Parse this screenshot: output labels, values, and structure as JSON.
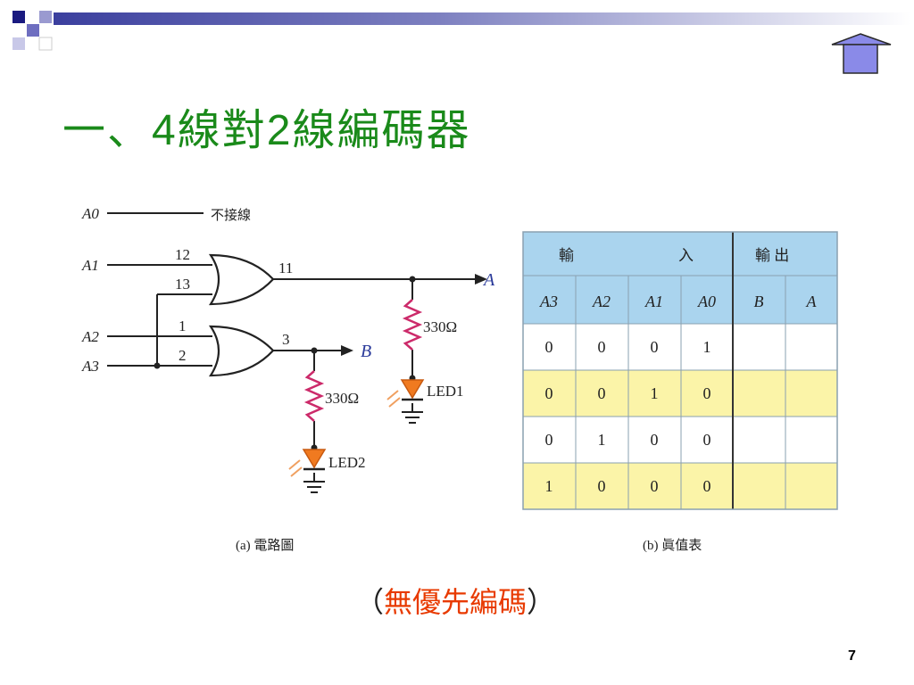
{
  "slide": {
    "title_prefix": "一、",
    "title_n1": "4",
    "title_mid": "線對",
    "title_n2": "2",
    "title_suffix": "線編碼器",
    "subtitle_open": "（",
    "subtitle": "無優先編碼",
    "subtitle_close": "）",
    "page_number": "7"
  },
  "colors": {
    "title": "#1a8a1a",
    "subtitle": "#e83a00",
    "table_header": "#aad4ee",
    "table_highlight": "#fbf4a8",
    "resistor": "#cc2a6a",
    "led": "#f07a20"
  },
  "circuit": {
    "input_a0": "A0",
    "a0_note": "不接線",
    "input_a1": "A1",
    "input_a2": "A2",
    "input_a3": "A3",
    "pin12": "12",
    "pin13": "13",
    "pin11": "11",
    "pin1": "1",
    "pin2": "2",
    "pin3": "3",
    "output_a": "A",
    "output_b": "B",
    "resistor_a": "330Ω",
    "resistor_b": "330Ω",
    "led1": "LED1",
    "led2": "LED2",
    "caption": "(a) 電路圖"
  },
  "truth_table": {
    "input_group_left": "輸",
    "input_group_right": "入",
    "output_group": "輸 出",
    "columns": [
      "A3",
      "A2",
      "A1",
      "A0",
      "B",
      "A"
    ],
    "rows": [
      [
        "0",
        "0",
        "0",
        "1",
        "",
        ""
      ],
      [
        "0",
        "0",
        "1",
        "0",
        "",
        ""
      ],
      [
        "0",
        "1",
        "0",
        "0",
        "",
        ""
      ],
      [
        "1",
        "0",
        "0",
        "0",
        "",
        ""
      ]
    ],
    "caption": "(b) 眞值表"
  }
}
